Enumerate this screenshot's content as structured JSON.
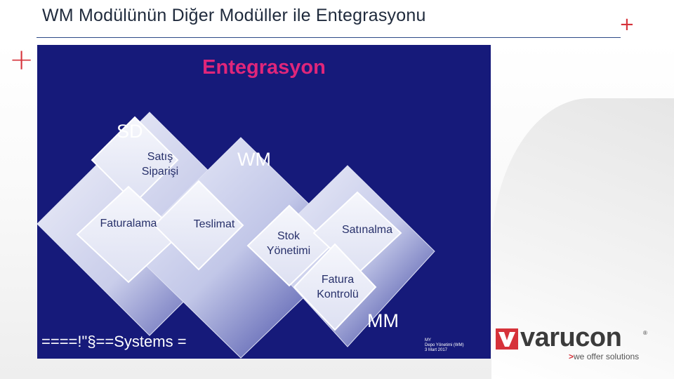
{
  "slide": {
    "title": "WM Modülünün Diğer Modüller ile Entegrasyonu"
  },
  "diagram": {
    "heading": "Entegrasyon",
    "modules": {
      "sd": "SD",
      "wm": "WM",
      "mm": "MM"
    },
    "items": {
      "satis_siparisi": "Satış\nSiparişi",
      "faturalama": "Faturalama",
      "teslimat": "Teslimat",
      "stok_yonetimi": "Stok\nYönetimi",
      "satinalma": "Satınalma",
      "fatura_kontrolu": "Fatura\nKontrolü"
    },
    "footer_systems": "====!\"§==Systems =",
    "footer_small": "MY\nDepo Yönetimi (WM)\n3 Mart 2017"
  },
  "brand": {
    "name": "varucon",
    "registered": "®",
    "tagline_prefix": ">",
    "tagline": "we offer solutions"
  },
  "colors": {
    "panel_bg": "#161a7a",
    "heading": "#e0267a",
    "accent_red": "#d6323a",
    "tile_light": "#e8ebf6",
    "tile_dark": "#2a3196"
  }
}
